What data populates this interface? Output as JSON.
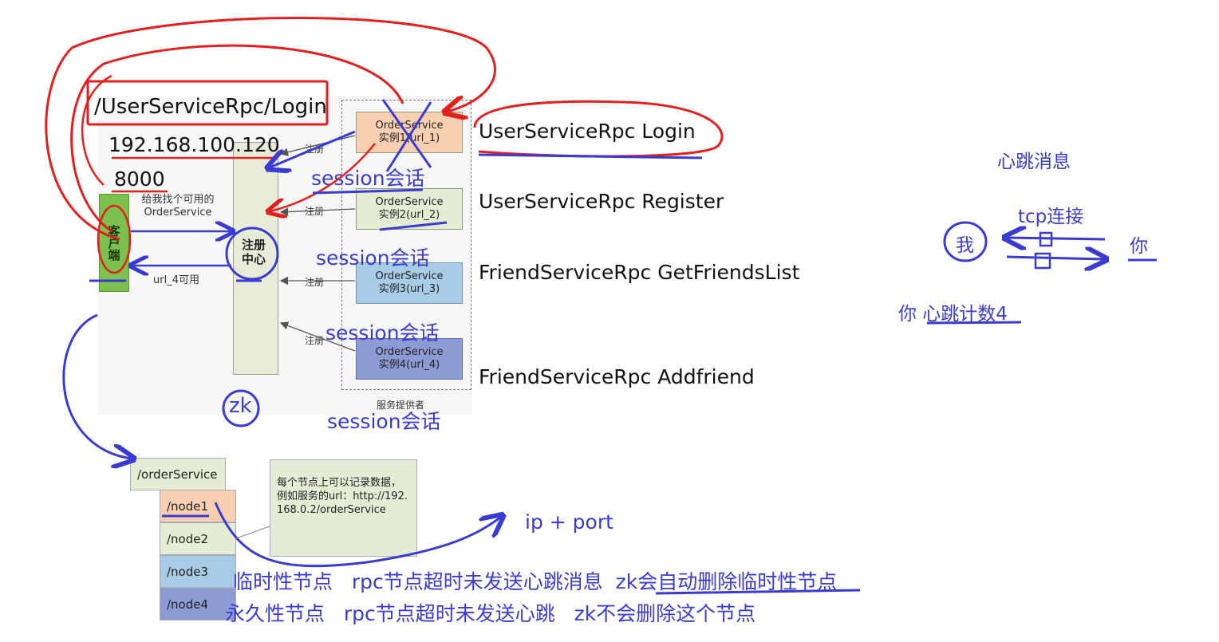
{
  "client": {
    "label": "客户端"
  },
  "registry": {
    "label": "注册中心"
  },
  "find_order_service": "给我找个可用的OrderService",
  "url4_available": "url_4可用",
  "register_label": "注册",
  "provider_caption": "服务提供者",
  "services": [
    {
      "name": "OrderService",
      "instance": "实例1(url_1)"
    },
    {
      "name": "OrderService",
      "instance": "实例2(url_2)"
    },
    {
      "name": "OrderService",
      "instance": "实例3(url_3)"
    },
    {
      "name": "OrderService",
      "instance": "实例4(url_4)"
    }
  ],
  "rpc_labels": [
    "UserServiceRpc Login",
    "UserServiceRpc Register",
    "FriendServiceRpc GetFriendsList",
    "FriendServiceRpc Addfriend"
  ],
  "path_box": "/UserServiceRpc/Login",
  "ip": "192.168.100.120",
  "port": "8000",
  "session_label": "session会话",
  "zk_label": "zk",
  "tree": {
    "root": "/orderService",
    "nodes": [
      "/node1",
      "/node2",
      "/node3",
      "/node4"
    ],
    "note": "每个节点上可以记录数据，例如服务的url：http://192.168.0.2/orderService"
  },
  "ip_port": "ip + port",
  "ephemeral_line": "临时性节点   rpc节点超时未发送心跳消息  zk会自动删除临时性节点",
  "persistent_line": "永久性节点   rpc节点超时未发送心跳   zk不会删除这个节点",
  "heartbeat": {
    "title": "心跳消息",
    "tcp": "tcp连接",
    "me": "我",
    "you": "你",
    "count": "你 心跳计数4"
  },
  "colors": {
    "red_ink": "#e32020",
    "blue_ink": "#3a3cd0"
  }
}
